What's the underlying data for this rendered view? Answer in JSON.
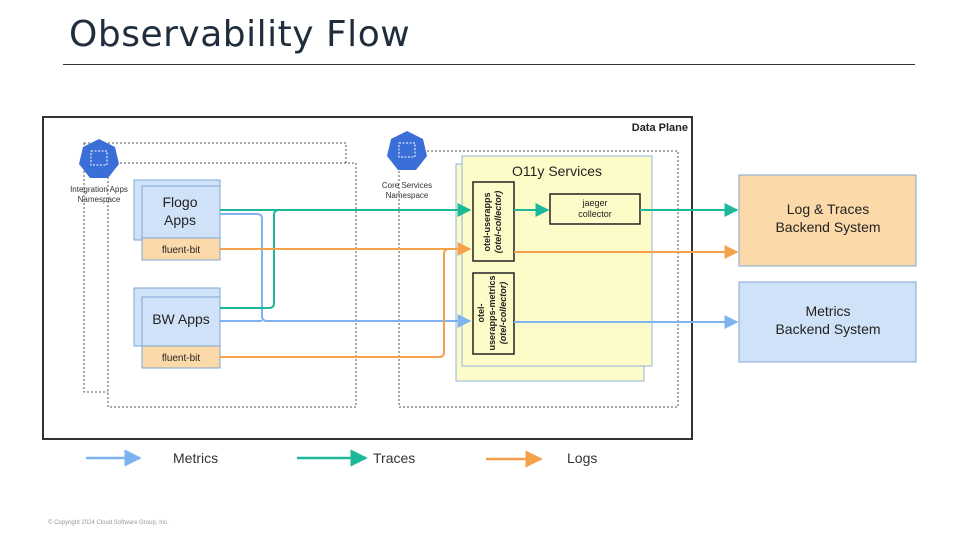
{
  "slide": {
    "title": "Observability Flow",
    "copyright": "© Copyright 2024 Cloud Software Group, Inc."
  },
  "diagram": {
    "data_plane_label": "Data Plane",
    "integration_ns": {
      "line1": "Integration Apps",
      "line2": "Namespace"
    },
    "core_ns": {
      "line1": "Core Services",
      "line2": "Namespace"
    },
    "flogo": {
      "line1": "Flogo",
      "line2": "Apps",
      "sidecar": "fluent-bit"
    },
    "bw": {
      "label": "BW Apps",
      "sidecar": "fluent-bit"
    },
    "o11y_label": "O11y Services",
    "otel_userapps": {
      "line1": "otel-userapps",
      "line2": "(otel-collector)"
    },
    "otel_metrics": {
      "line1": "otel-",
      "line2": "userapps-metrics",
      "line3": "(otel-collector)"
    },
    "jaeger": {
      "line1": "jaeger",
      "line2": "collector"
    },
    "log_traces_backend": {
      "line1": "Log & Traces",
      "line2": "Backend System"
    },
    "metrics_backend": {
      "line1": "Metrics",
      "line2": "Backend System"
    }
  },
  "legend": [
    {
      "label": "Metrics",
      "color": "#7fb2f0"
    },
    {
      "label": "Traces",
      "color": "#1db89a"
    },
    {
      "label": "Logs",
      "color": "#f5a04a"
    }
  ],
  "colors": {
    "metrics": "#7fb2f0",
    "traces": "#1db89a",
    "logs": "#f5a04a",
    "app_box_fill": "#cfe2f8",
    "sidecar_fill": "#fcd9a8",
    "o11y_fill": "#fdfcc9",
    "log_backend_fill": "#fcd9a8",
    "metrics_backend_fill": "#cfe2f8",
    "k8s_icon": "#3a6fd8"
  }
}
